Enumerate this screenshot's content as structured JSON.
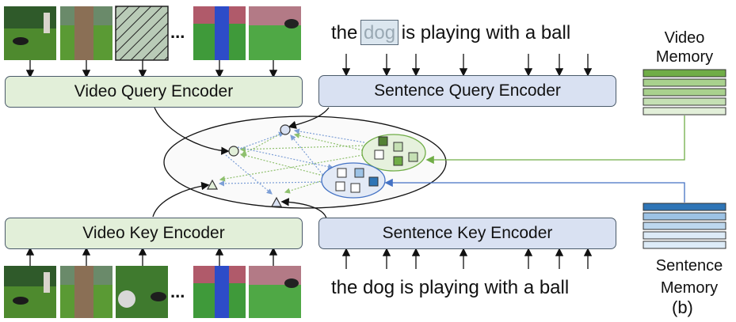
{
  "encoders": {
    "video_query": "Video Query Encoder",
    "sentence_query": "Sentence Query Encoder",
    "video_key": "Video Key Encoder",
    "sentence_key": "Sentence Key Encoder"
  },
  "sentences": {
    "query_before": "the ",
    "query_masked": "dog",
    "query_after": " is playing with a ball",
    "key": "the dog is playing with a ball"
  },
  "memories": {
    "video": [
      "Video",
      "Memory"
    ],
    "sentence": [
      "Sentence",
      "Memory"
    ]
  },
  "video_frames": {
    "ellipsis": "..."
  },
  "panel_label": "(b)",
  "colors": {
    "video_encoder_fill": "#e2efd9",
    "sentence_encoder_fill": "#d9e1f2",
    "video_arrow": "#70ad47",
    "sentence_arrow": "#4472c4"
  }
}
